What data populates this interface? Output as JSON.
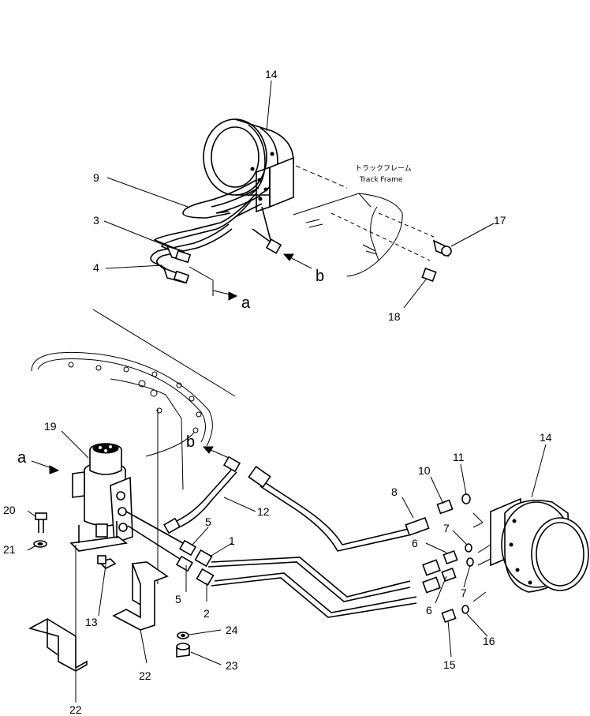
{
  "diagram": {
    "annotations": {
      "track_frame_jp": "トラックフレーム",
      "track_frame_en": "Track Frame"
    },
    "callouts": {
      "p1": "1",
      "p2": "2",
      "p3": "3",
      "p4": "4",
      "p5a": "5",
      "p5b": "5",
      "p6a": "6",
      "p6b": "6",
      "p7a": "7",
      "p7b": "7",
      "p8": "8",
      "p9": "9",
      "p10": "10",
      "p11": "11",
      "p12": "12",
      "p13": "13",
      "p14a": "14",
      "p14b": "14",
      "p15": "15",
      "p16": "16",
      "p17": "17",
      "p18": "18",
      "p19": "19",
      "p20": "20",
      "p21": "21",
      "p22a": "22",
      "p22b": "22",
      "p23": "23",
      "p24": "24"
    },
    "view_refs": {
      "a_top": "a",
      "b_top": "b",
      "a_bottom": "a",
      "b_bottom": "b"
    }
  }
}
